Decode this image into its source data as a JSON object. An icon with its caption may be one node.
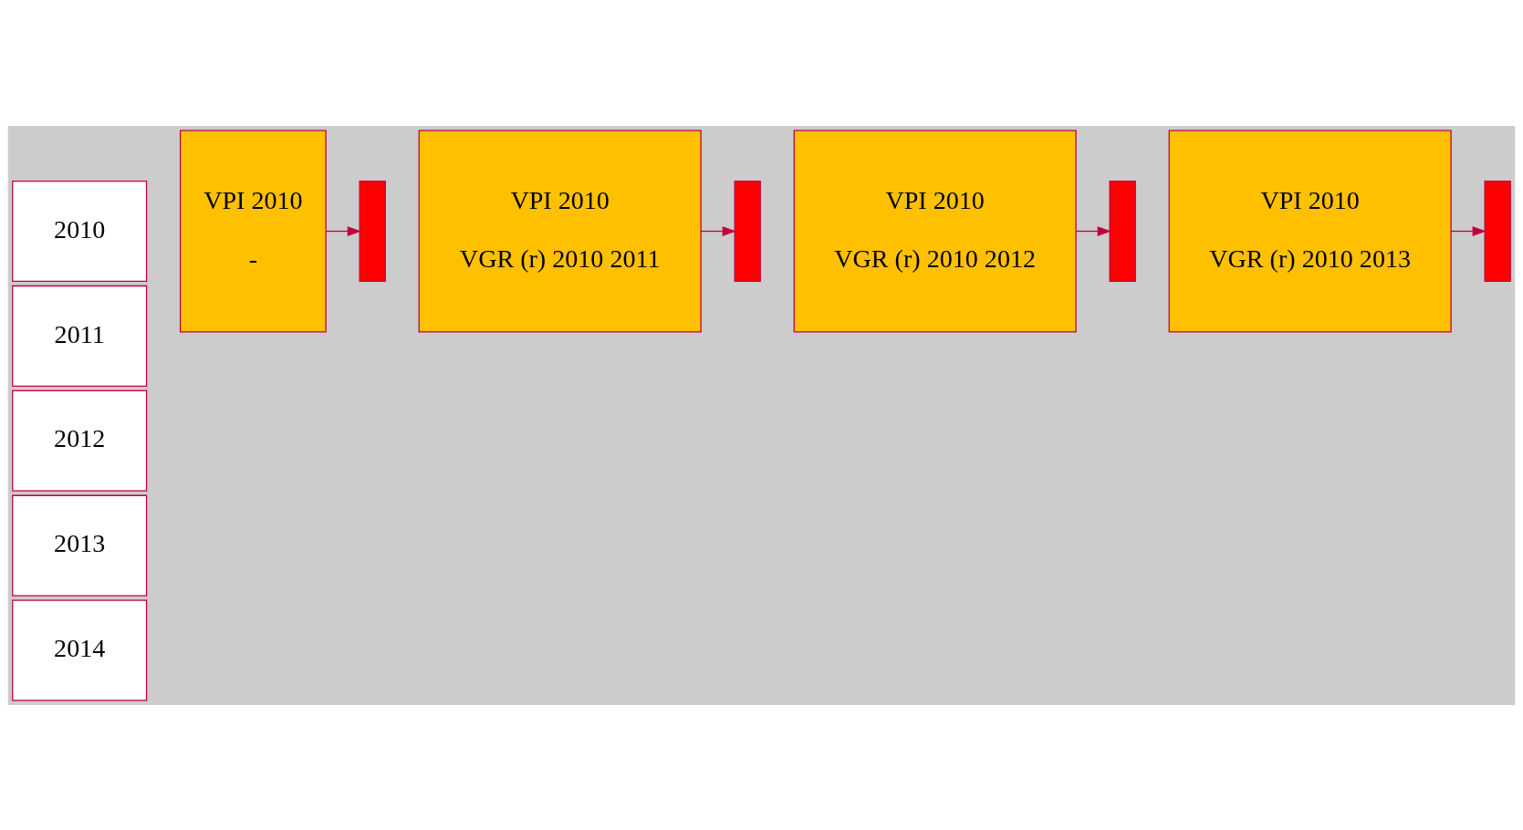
{
  "diagram": {
    "nodes": [
      {
        "text": [
          "2010"
        ]
      },
      {
        "text": [
          "2011"
        ]
      },
      {
        "text": [
          "2012"
        ]
      },
      {
        "text": [
          "2013"
        ]
      },
      {
        "text": [
          "2014"
        ]
      },
      {
        "text": [
          "VPI 2010",
          "-"
        ]
      },
      {
        "text": [],
        "shape": "bar"
      },
      {
        "text": [
          "VPI 2010",
          "VGR (r) 2010 2011"
        ]
      },
      {
        "text": [],
        "shape": "bar"
      },
      {
        "text": [
          "VPI 2010",
          "VGR (r) 2010 2012"
        ]
      },
      {
        "text": [],
        "shape": "bar"
      },
      {
        "text": [
          "VPI 2010",
          "VGR (r) 2010 2013"
        ]
      },
      {
        "text": [],
        "shape": "bar"
      }
    ],
    "edges": [
      {
        "from": 5,
        "to": 6,
        "arrow": "to"
      },
      {
        "from": 7,
        "to": 8,
        "arrow": "to"
      },
      {
        "from": 9,
        "to": 10,
        "arrow": "to"
      },
      {
        "from": 11,
        "to": 12,
        "arrow": "to"
      }
    ]
  }
}
